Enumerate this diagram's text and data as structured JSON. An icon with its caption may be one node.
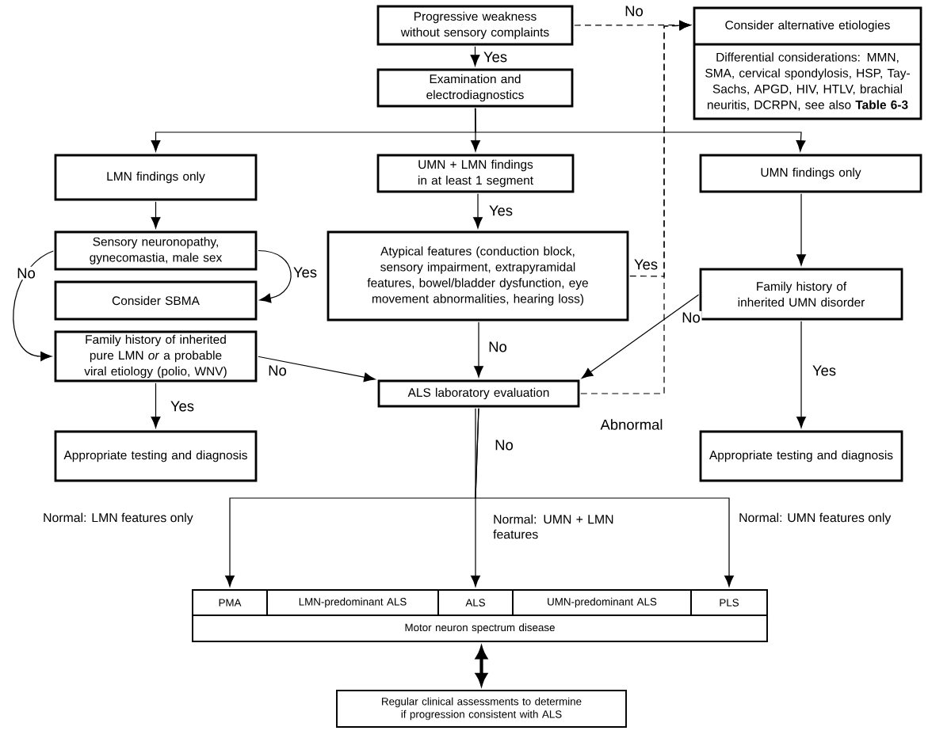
{
  "diagram": {
    "nodes": [
      {
        "text": [
          "Progressive weakness without sensory complaints"
        ]
      },
      {
        "text": [
          "Consider alternative etiologies",
          "Differential considerations: MMN, SMA, cervical spondylosis, HSP, Tay-Sachs, APGD, HIV, HTLV, brachial neuritis, DCRPN, see also **Table 6-3**"
        ]
      },
      {
        "text": [
          "Examination and electrodiagnostics"
        ]
      },
      {
        "text": [
          "LMN findings only"
        ]
      },
      {
        "text": [
          "UMN + LMN findings in at least 1 segment"
        ]
      },
      {
        "text": [
          "UMN findings only"
        ]
      },
      {
        "text": [
          "Sensory neuronopathy, gynecomastia, male sex"
        ]
      },
      {
        "text": [
          "Atypical features (conduction block, sensory impairment, extrapyramidal features, bowel/bladder dysfunction, eye movement abnormalities, hearing loss)"
        ]
      },
      {
        "text": [
          "Consider SBMA"
        ]
      },
      {
        "text": [
          "Family history of inherited UMN disorder"
        ]
      },
      {
        "text": [
          "Family history of inherited pure LMN *or* a probable viral etiology (polio, WNV)"
        ]
      },
      {
        "text": [
          "ALS laboratory evaluation"
        ]
      },
      {
        "text": [
          "Appropriate testing and diagnosis"
        ]
      },
      {
        "text": [
          "Appropriate testing and diagnosis"
        ]
      },
      {
        "text": [
          "PMA"
        ]
      },
      {
        "text": [
          "LMN-predominant ALS"
        ]
      },
      {
        "text": [
          "ALS"
        ]
      },
      {
        "text": [
          "UMN-predominant ALS"
        ]
      },
      {
        "text": [
          "PLS"
        ]
      },
      {
        "text": [
          "Motor neuron spectrum disease"
        ]
      },
      {
        "text": [
          "Regular clinical assessments to determine if progression consistent with ALS"
        ]
      }
    ],
    "edges": [
      {
        "from": 0,
        "to": 2,
        "arrow": "to",
        "label": "Yes"
      },
      {
        "from": 0,
        "to": 1,
        "arrow": "to",
        "label": "No",
        "style": "dashed"
      },
      {
        "from": 2,
        "to": 3,
        "arrow": "to"
      },
      {
        "from": 2,
        "to": 4,
        "arrow": "to"
      },
      {
        "from": 2,
        "to": 5,
        "arrow": "to"
      },
      {
        "from": 3,
        "to": 6,
        "arrow": "to"
      },
      {
        "from": 4,
        "to": 7,
        "arrow": "to",
        "label": "Yes"
      },
      {
        "from": 6,
        "to": 8,
        "arrow": "to",
        "label": "Yes"
      },
      {
        "from": 6,
        "to": 10,
        "arrow": "to",
        "label": "No"
      },
      {
        "from": 5,
        "to": 9,
        "arrow": "to"
      },
      {
        "from": 7,
        "to": 1,
        "arrow": "to",
        "label": "Yes",
        "style": "dashed"
      },
      {
        "from": 7,
        "to": 11,
        "arrow": "to",
        "label": "No"
      },
      {
        "from": 10,
        "to": 11,
        "arrow": "to",
        "label": "No"
      },
      {
        "from": 9,
        "to": 11,
        "arrow": "to",
        "label": "No"
      },
      {
        "from": 10,
        "to": 12,
        "arrow": "to",
        "label": "Yes"
      },
      {
        "from": 9,
        "to": 13,
        "arrow": "to",
        "label": "Yes"
      },
      {
        "from": 11,
        "to": 1,
        "arrow": "to",
        "label": "Abnormal",
        "style": "dashed"
      },
      {
        "from": 11,
        "to": 14,
        "arrow": "to",
        "label": "Normal: LMN features only"
      },
      {
        "from": 11,
        "to": 16,
        "arrow": "to",
        "label": "Normal: UMN + LMN features"
      },
      {
        "from": 11,
        "to": 18,
        "arrow": "to",
        "label": "Normal: UMN features only"
      },
      {
        "from": 19,
        "to": 20,
        "arrow": "both",
        "style": "thick"
      }
    ],
    "labels": [
      "No"
    ]
  }
}
